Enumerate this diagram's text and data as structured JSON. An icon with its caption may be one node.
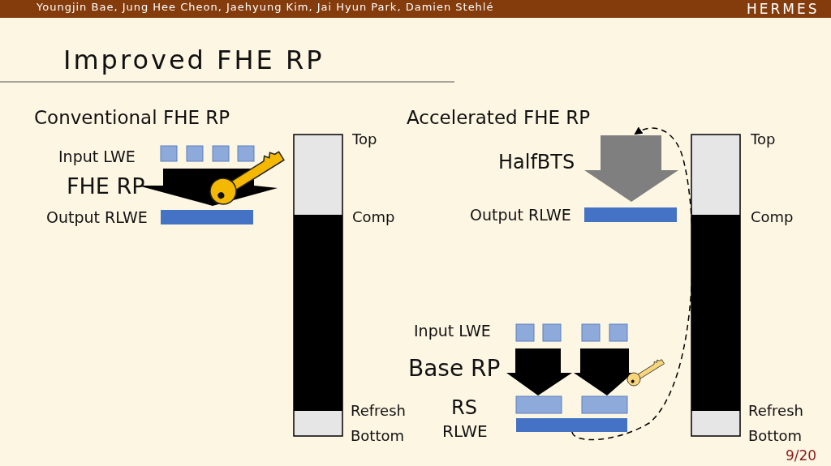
{
  "diagram": {
    "title": "Improved FHE RP",
    "nodes": [
      {
        "text": [],
        "shape": "bar",
        "beside": [
          "RLWE"
        ]
      },
      {
        "text": [],
        "shape": "arrow",
        "beside": [
          "HalfBTS"
        ]
      }
    ],
    "edges": [
      {
        "from": 0,
        "to": 1,
        "arrow": "to",
        "style": "dashed"
      }
    ],
    "labels": [
      "Youngjin Bae, Jung Hee Cheon, Jaehyung Kim, Jai Hyun Park, Damien Stehlé",
      "HERMES",
      "Conventional FHE RP",
      "Input LWE",
      "FHE RP",
      "Output RLWE",
      "Top",
      "Comp",
      "Refresh",
      "Bottom",
      "Accelerated FHE RP",
      "Output RLWE",
      "Top",
      "Comp",
      "Input LWE",
      "Base RP",
      "RS",
      "Refresh",
      "Bottom",
      "9/20"
    ]
  }
}
